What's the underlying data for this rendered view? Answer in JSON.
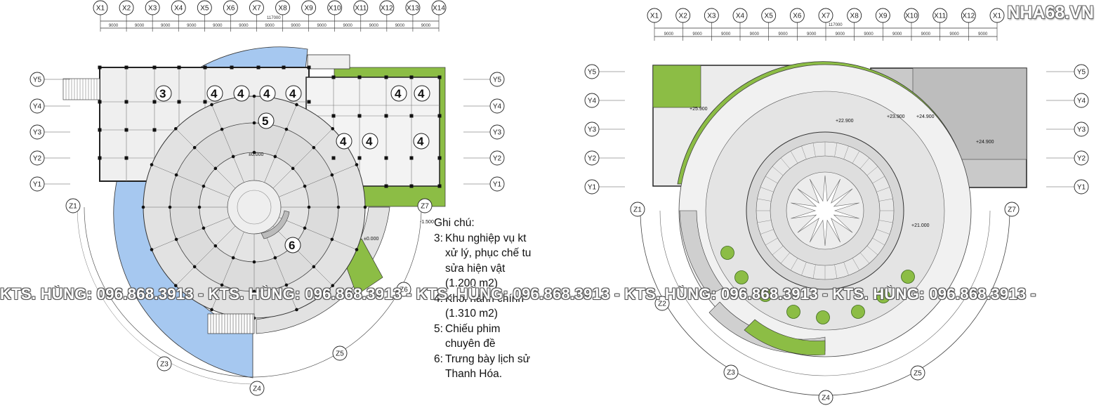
{
  "left_plan": {
    "x_axes": [
      "X1",
      "X2",
      "X3",
      "X4",
      "X5",
      "X6",
      "X7",
      "X8",
      "X9",
      "X10",
      "X11",
      "X12",
      "X13",
      "X14"
    ],
    "y_axes": [
      "Y5",
      "Y4",
      "Y3",
      "Y2",
      "Y1"
    ],
    "z_axes": [
      "Z1",
      "Z7",
      "Z6",
      "Z5",
      "Z4",
      "Z3"
    ],
    "total_dim": "117000",
    "bay_dim": "9000",
    "room_numbers": [
      "3",
      "4",
      "4",
      "4",
      "4",
      "4",
      "4",
      "5",
      "4",
      "4",
      "4",
      "6"
    ],
    "elevations": [
      "-1.500",
      "±0.000",
      "±0.000"
    ]
  },
  "right_plan": {
    "x_axes": [
      "X1",
      "X2",
      "X3",
      "X4",
      "X5",
      "X6",
      "X7",
      "X8",
      "X9",
      "X10",
      "X11",
      "X12",
      "X1"
    ],
    "y_axes": [
      "Y5",
      "Y4",
      "Y3",
      "Y2",
      "Y1"
    ],
    "z_axes": [
      "Z1",
      "Z7",
      "Z2",
      "Z3",
      "Z5",
      "Z4"
    ],
    "total_dim": "117000",
    "bay_dim": "9000",
    "elevations": [
      "+25.900",
      "+22.900",
      "+23.900",
      "+24.900",
      "+24.900",
      "+21.000"
    ]
  },
  "notes": {
    "title": "Ghi chú:",
    "items": [
      {
        "num": "3:",
        "text": "Khu nghiệp vụ kt xử lý, phục chế tu sửa hiện vật (1.200 m2)"
      },
      {
        "num": "4:",
        "text": "Khối hành chính (1.310 m2)"
      },
      {
        "num": "5:",
        "text": "Chiếu phim chuyên đề"
      },
      {
        "num": "6:",
        "text": "Trưng bày lịch sử Thanh Hóa."
      }
    ]
  },
  "watermark": "KTS. HÙNG: 096.868.3913 - KTS. HÙNG: 096.868.3913 - KTS. HÙNG: 096.868.3913 - KTS. HÙNG: 096.868.3913 - KTS. HÙNG: 096.868.3913 -",
  "logo": "NHA68.VN",
  "colors": {
    "green": "#8cbd45",
    "light_green": "#b5d46e",
    "blue": "#a6c8f0",
    "grey": "#e4e4e4",
    "dark_grey": "#c6c6c6",
    "line": "#222222"
  }
}
